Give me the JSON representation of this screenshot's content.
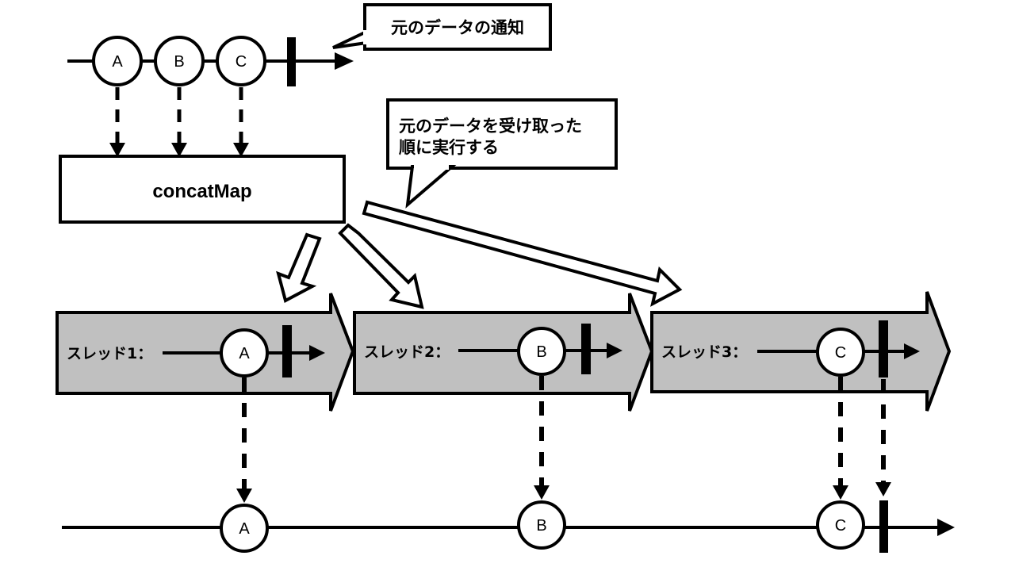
{
  "source": {
    "items": [
      "A",
      "B",
      "C"
    ],
    "callout": "元のデータの通知"
  },
  "operator": {
    "label": "concatMap",
    "callout_line1": "元のデータを受け取った",
    "callout_line2": "順に実行する"
  },
  "threads": [
    {
      "label": "スレッド1：",
      "item": "A"
    },
    {
      "label": "スレッド2：",
      "item": "B"
    },
    {
      "label": "スレッド3：",
      "item": "C"
    }
  ],
  "output": {
    "items": [
      "A",
      "B",
      "C"
    ]
  },
  "colors": {
    "thread_fill": "#c0c0c0",
    "stroke": "#000000",
    "background": "#ffffff"
  }
}
